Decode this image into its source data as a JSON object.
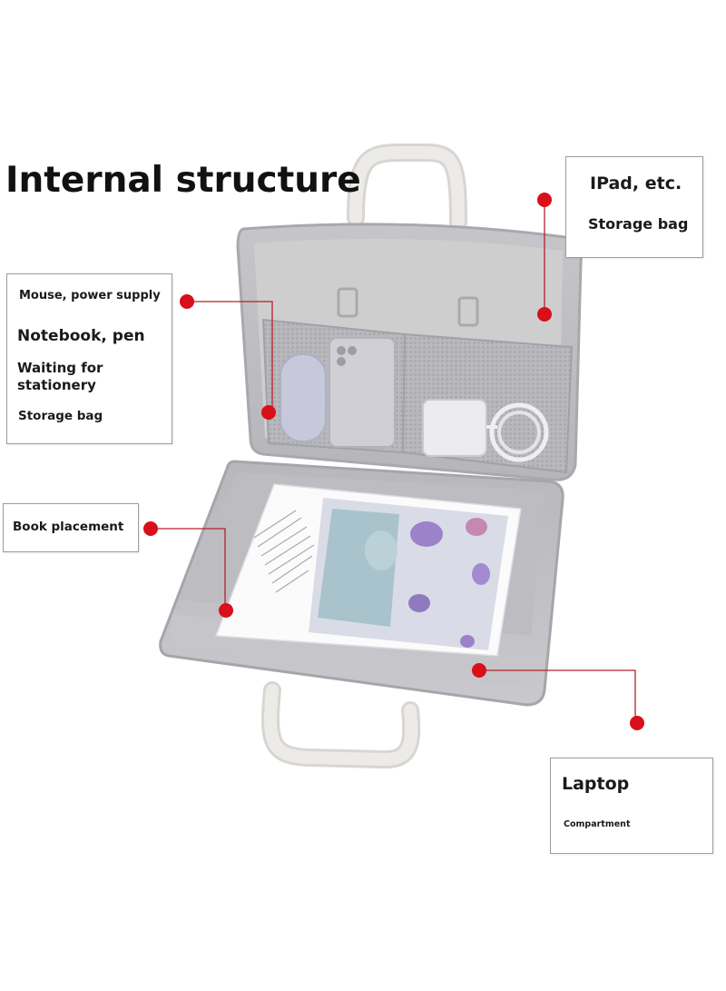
{
  "title": "Internal structure",
  "callouts": {
    "ipad": {
      "line1": "IPad, etc.",
      "line2": "Storage bag"
    },
    "mouse": {
      "line1": "Mouse, power supply",
      "line2": "Notebook, pen",
      "line3": "Waiting for stationery",
      "line4": "Storage bag"
    },
    "book": {
      "line1": "Book placement"
    },
    "laptop": {
      "line1": "Laptop",
      "line2": "Compartment"
    }
  },
  "colors": {
    "marker": "#d90f1a",
    "leader_line": "#b4202a",
    "bag_body": "#bdbcc0",
    "bag_lining": "#cbcacd",
    "handle": "#e4e3e1"
  },
  "icons": {
    "marker": "red-dot",
    "product": "laptop-bag-photo"
  }
}
